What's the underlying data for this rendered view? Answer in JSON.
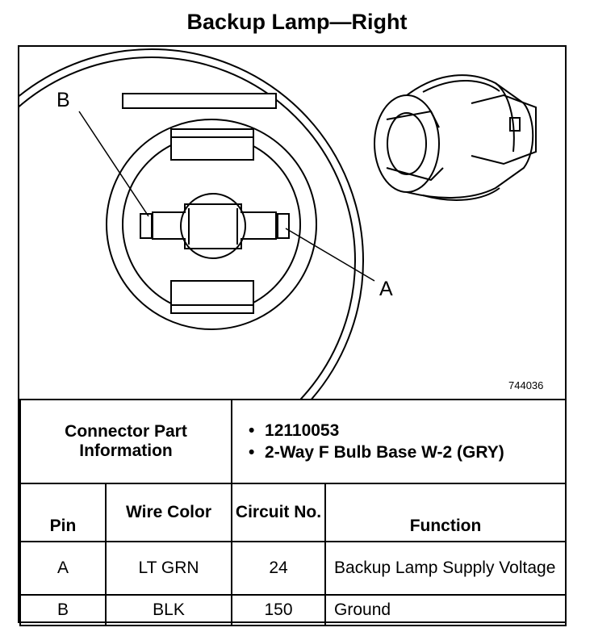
{
  "title": "Backup Lamp—Right",
  "figure": {
    "label_a": "A",
    "label_b": "B",
    "figure_id": "744036"
  },
  "connector_info": {
    "header": "Connector Part Information",
    "items": [
      "12110053",
      "2-Way F Bulb Base W-2 (GRY)"
    ]
  },
  "pin_table": {
    "columns": [
      "Pin",
      "Wire Color",
      "Circuit No.",
      "Function"
    ],
    "rows": [
      {
        "pin": "A",
        "wire_color": "LT GRN",
        "circuit": "24",
        "function": "Backup Lamp Supply Voltage"
      },
      {
        "pin": "B",
        "wire_color": "BLK",
        "circuit": "150",
        "function": "Ground"
      }
    ]
  }
}
